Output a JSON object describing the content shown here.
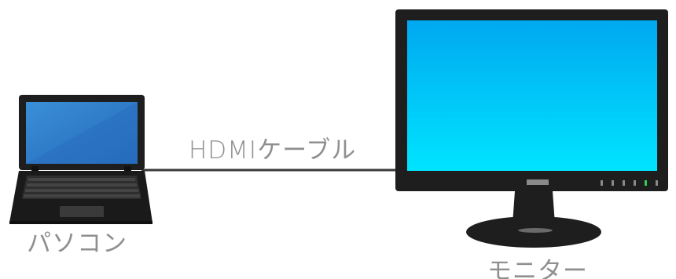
{
  "diagram": {
    "cable_label": "HDMIケーブル",
    "laptop_label": "パソコン",
    "monitor_label": "モニター"
  },
  "colors": {
    "background": "#ffffff",
    "label_text": "#8f8f8f",
    "cable": "#3a3a3a",
    "device_body": "#1e1e1e",
    "laptop_screen": "#2c7fd0",
    "monitor_screen_top": "#00aef0",
    "monitor_screen_bottom": "#00e2ff",
    "power_led": "#33cc55"
  },
  "icons": {
    "laptop": "laptop-icon",
    "monitor": "monitor-icon"
  }
}
